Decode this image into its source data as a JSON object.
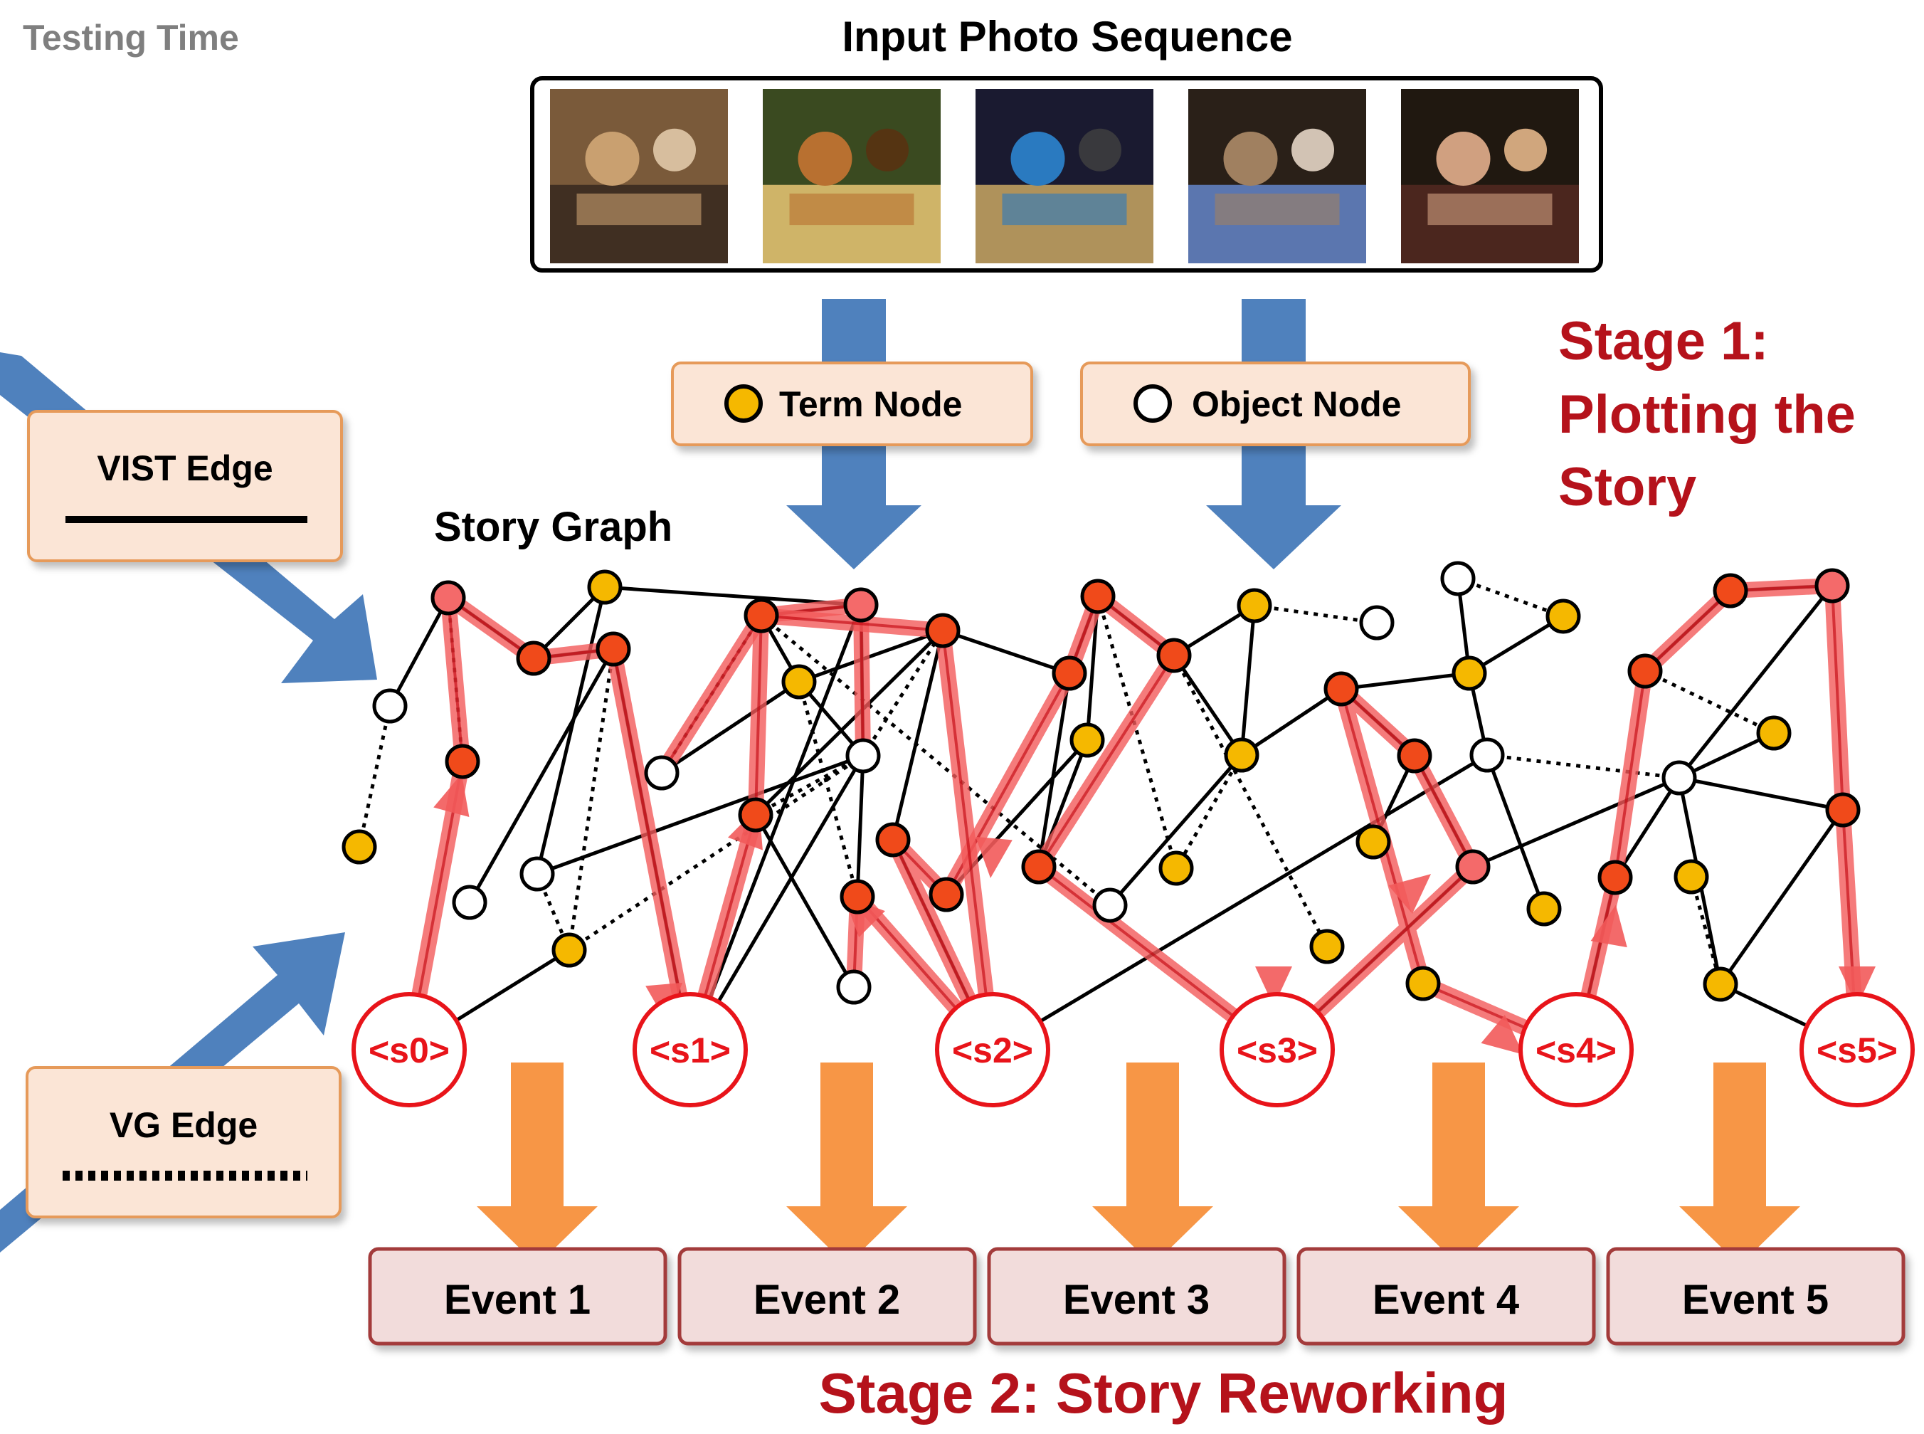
{
  "header": {
    "testing_time": "Testing Time",
    "input_title": "Input Photo Sequence"
  },
  "photos": [
    {
      "name": "photo-1",
      "colors": [
        "#7a5a3a",
        "#c9a070",
        "#3a2a20",
        "#e8d0b0"
      ]
    },
    {
      "name": "photo-2",
      "colors": [
        "#3a4a20",
        "#b87030",
        "#e0c070",
        "#5a3010"
      ]
    },
    {
      "name": "photo-3",
      "colors": [
        "#1a1a30",
        "#2a7ac0",
        "#c0a060",
        "#404040"
      ]
    },
    {
      "name": "photo-4",
      "colors": [
        "#2a2018",
        "#a08060",
        "#6080c0",
        "#f0e0d0"
      ]
    },
    {
      "name": "photo-5",
      "colors": [
        "#201810",
        "#d0a080",
        "#502820",
        "#f0c090"
      ]
    }
  ],
  "legend": {
    "term_node": "Term Node",
    "object_node": "Object Node",
    "vist_edge": "VIST Edge",
    "vg_edge": "VG Edge"
  },
  "stage1": {
    "line1": "Stage 1:",
    "line2": "Plotting the",
    "line3": "Story"
  },
  "stage2": "Stage 2: Story Reworking",
  "graph_title": "Story Graph",
  "story_nodes": [
    "<s0>",
    "<s1>",
    "<s2>",
    "<s3>",
    "<s4>",
    "<s5>"
  ],
  "events": [
    "Event 1",
    "Event 2",
    "Event 3",
    "Event 4",
    "Event 5"
  ],
  "colors": {
    "term": "#f5b800",
    "object": "#ffffff",
    "highlight": "#f25a5a",
    "story_red": "#e8141a",
    "stage_red": "#b5121b",
    "blue_arrow": "#4f81bd",
    "orange_arrow": "#f79646",
    "legend_fill": "#fbe5d6",
    "legend_border": "#e69a5a",
    "event_fill": "#f2dcdb",
    "event_border": "#a33a3a"
  }
}
